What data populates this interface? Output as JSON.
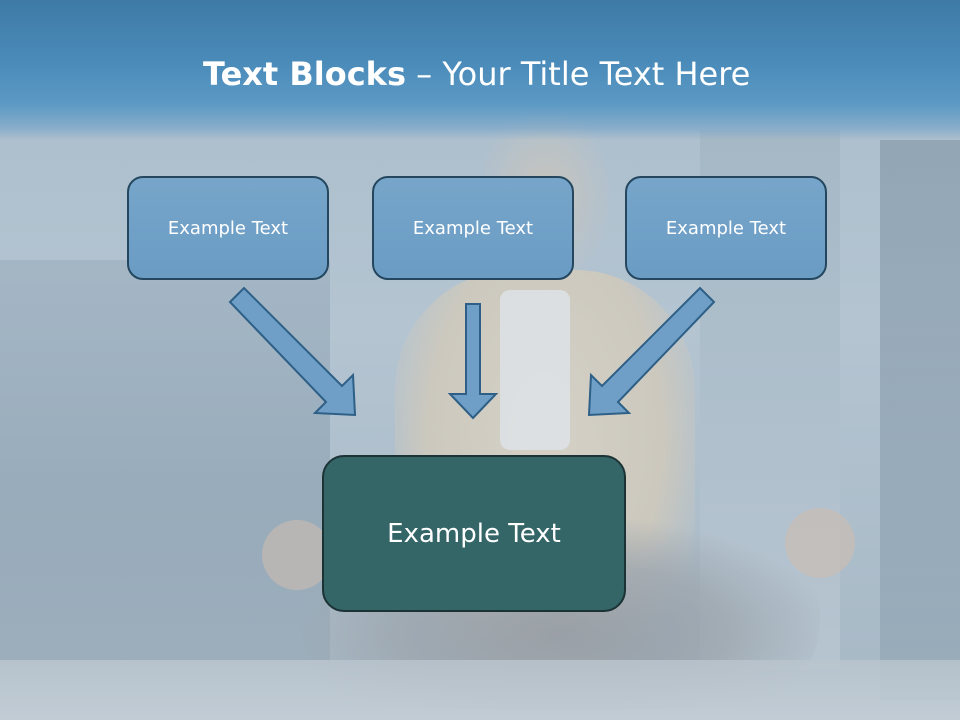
{
  "slide": {
    "title_bold": "Text Blocks",
    "title_rest": " – Your Title Text Here"
  },
  "diagram": {
    "top_boxes": [
      {
        "label": "Example Text"
      },
      {
        "label": "Example Text"
      },
      {
        "label": "Example Text"
      }
    ],
    "bottom_box": {
      "label": "Example Text"
    }
  },
  "colors": {
    "title_bar": "#4a8bba",
    "top_box_fill": "#6fa0c7",
    "top_box_border": "#24475f",
    "bottom_box_fill": "#346567",
    "arrow_fill": "#6f9fc6",
    "arrow_stroke": "#2e5f86"
  },
  "icons": {
    "arrow": "down-arrow-icon"
  }
}
